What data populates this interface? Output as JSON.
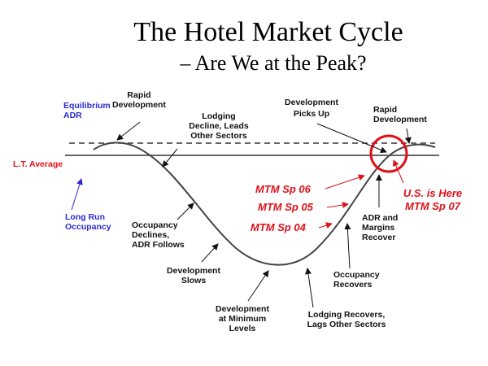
{
  "title": "The Hotel Market Cycle",
  "subtitle": "– Are We at the Peak?",
  "left_labels": {
    "equilibrium": [
      "Equilibrium",
      "ADR"
    ],
    "lt_average": "L.T. Average",
    "long_run": [
      "Long Run",
      "Occupancy"
    ]
  },
  "phases": {
    "rapid_dev_left": [
      "Rapid",
      "Development"
    ],
    "lodging_decline": [
      "Lodging",
      "Decline, Leads",
      "Other Sectors"
    ],
    "occupancy_declines": [
      "Occupancy",
      "Declines,",
      "ADR Follows"
    ],
    "dev_slows": [
      "Development",
      "Slows"
    ],
    "dev_minimum": [
      "Development",
      "at Minimum",
      "Levels"
    ],
    "lodging_recovers": [
      "Lodging Recovers,",
      "Lags Other Sectors"
    ],
    "occupancy_recovers": [
      "Occupancy",
      "Recovers"
    ],
    "adr_margins": [
      "ADR and",
      "Margins",
      "Recover"
    ],
    "dev_picks_up": [
      "Development",
      "Picks Up"
    ],
    "rapid_dev_right": [
      "Rapid",
      "Development"
    ]
  },
  "markers": {
    "sp06": "MTM Sp 06",
    "sp05": "MTM Sp 05",
    "sp04": "MTM Sp 04",
    "here": [
      "U.S. is Here",
      "MTM Sp 07"
    ]
  },
  "colors": {
    "blue": "#2a2ad0",
    "red": "#e0101a",
    "curve": "#444444"
  }
}
